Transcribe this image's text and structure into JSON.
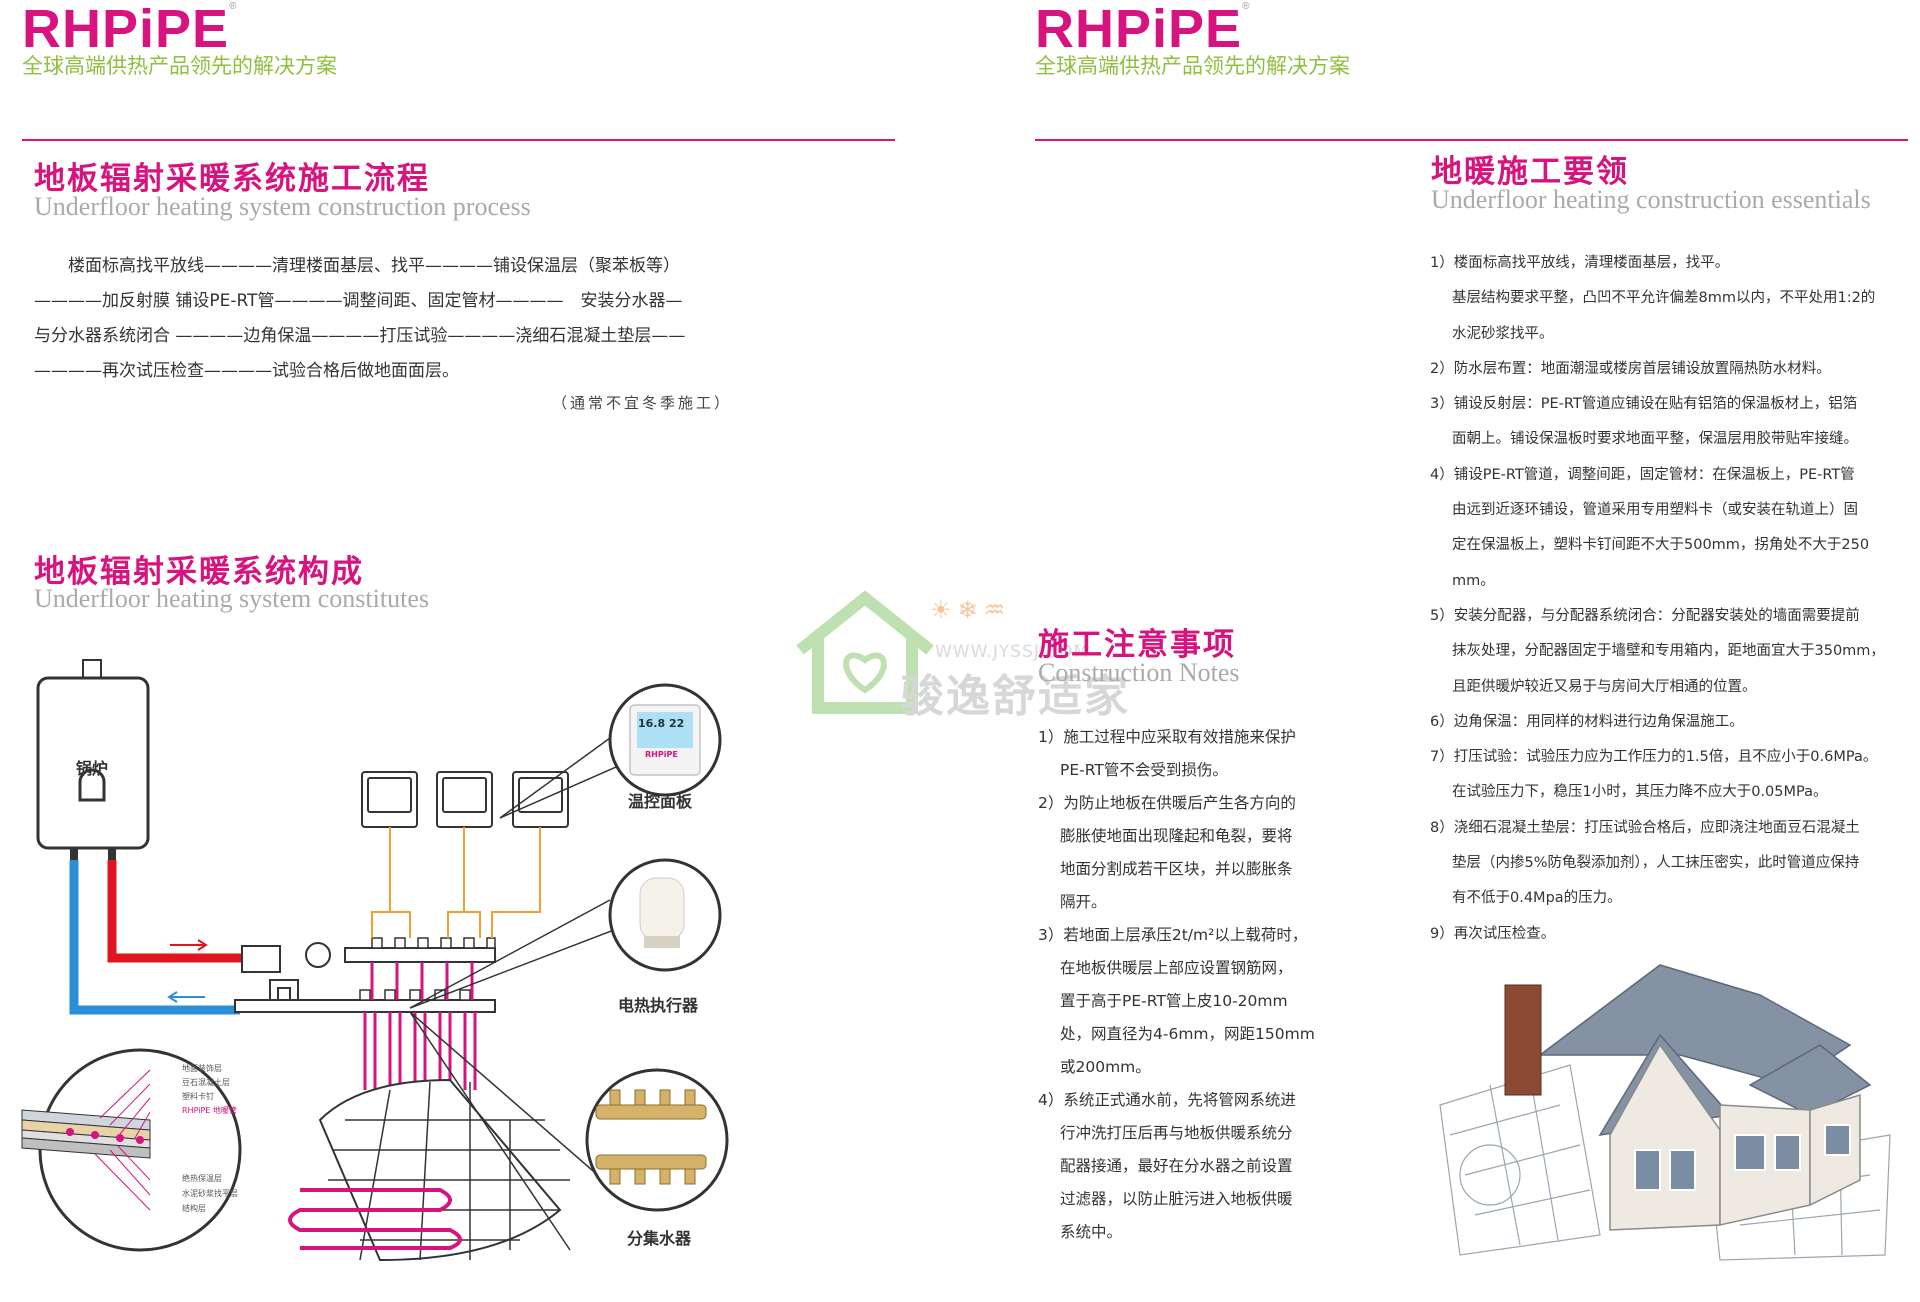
{
  "brand": {
    "logo": "RHPiPE",
    "reg": "®",
    "tagline": "全球高端供热产品领先的解决方案"
  },
  "left_page": {
    "process": {
      "title_cn": "地板辐射采暖系统施工流程",
      "title_en": "Underfloor heating system construction process",
      "lines": [
        "　　楼面标高找平放线————清理楼面基层、找平————铺设保温层（聚苯板等）",
        "————加反射膜 铺设PE-RT管————调整间距、固定管材————　安装分水器—",
        "与分水器系统闭合 ————边角保温————打压试验————浇细石混凝土垫层——",
        "————再次试压检查————试验合格后做地面面层。"
      ],
      "note": "（通常不宜冬季施工）"
    },
    "composition": {
      "title_cn": "地板辐射采暖系统构成",
      "title_en": "Underfloor heating system constitutes",
      "boiler_label": "锅炉",
      "thermostat_label": "温控面板",
      "thermostat_screen": "16.8 22",
      "thermostat_brand": "RHPiPE",
      "actuator_label": "电热执行器",
      "manifold_label": "分集水器",
      "layer_labels": [
        "地面装饰层",
        "豆石混凝土层",
        "塑料卡钉",
        "RHPiPE 地暖管",
        "绝热保温层",
        "水泥砂浆找平层",
        "结构层"
      ]
    }
  },
  "right_page": {
    "notes": {
      "title_cn": "施工注意事项",
      "title_en": "Construction Notes",
      "lines": [
        {
          "text": "1）施工过程中应采取有效措施来保护",
          "indent": false
        },
        {
          "text": "PE-RT管不会受到损伤。",
          "indent": true
        },
        {
          "text": "2）为防止地板在供暖后产生各方向的",
          "indent": false
        },
        {
          "text": "膨胀使地面出现隆起和龟裂，要将",
          "indent": true
        },
        {
          "text": "地面分割成若干区块，并以膨胀条",
          "indent": true
        },
        {
          "text": "隔开。",
          "indent": true
        },
        {
          "text": "3）若地面上层承压2t/m²以上载荷时，",
          "indent": false
        },
        {
          "text": "在地板供暖层上部应设置钢筋网，",
          "indent": true
        },
        {
          "text": "置于高于PE-RT管上皮10-20mm",
          "indent": true
        },
        {
          "text": "处，网直径为4-6mm，网距150mm",
          "indent": true
        },
        {
          "text": "或200mm。",
          "indent": true
        },
        {
          "text": "4）系统正式通水前，先将管网系统进",
          "indent": false
        },
        {
          "text": "行冲洗打压后再与地板供暖系统分",
          "indent": true
        },
        {
          "text": "配器接通，最好在分水器之前设置",
          "indent": true
        },
        {
          "text": "过滤器，以防止脏污进入地板供暖",
          "indent": true
        },
        {
          "text": "系统中。",
          "indent": true
        }
      ]
    },
    "essentials": {
      "title_cn": "地暖施工要领",
      "title_en": "Underfloor heating construction essentials",
      "lines": [
        {
          "text": "1）楼面标高找平放线，清理楼面基层，找平。",
          "indent": false
        },
        {
          "text": "基层结构要求平整，凸凹不平允许偏差8mm以内，不平处用1:2的",
          "indent": true
        },
        {
          "text": "水泥砂浆找平。",
          "indent": true
        },
        {
          "text": "2）防水层布置：地面潮湿或楼房首层铺设放置隔热防水材料。",
          "indent": false
        },
        {
          "text": "3）铺设反射层：PE-RT管道应铺设在贴有铝箔的保温板材上，铝箔",
          "indent": false
        },
        {
          "text": "面朝上。铺设保温板时要求地面平整，保温层用胶带贴牢接缝。",
          "indent": true
        },
        {
          "text": "4）铺设PE-RT管道，调整间距，固定管材：在保温板上，PE-RT管",
          "indent": false
        },
        {
          "text": "由远到近逐环铺设，管道采用专用塑料卡（或安装在轨道上）固",
          "indent": true
        },
        {
          "text": "定在保温板上，塑料卡钉间距不大于500mm，拐角处不大于250",
          "indent": true
        },
        {
          "text": "mm。",
          "indent": true
        },
        {
          "text": "5）安装分配器，与分配器系统闭合：分配器安装处的墙面需要提前",
          "indent": false
        },
        {
          "text": "抹灰处理，分配器固定于墙壁和专用箱内，距地面宜大于350mm，",
          "indent": true
        },
        {
          "text": "且距供暖炉较近又易于与房间大厅相通的位置。",
          "indent": true
        },
        {
          "text": "6）边角保温：用同样的材料进行边角保温施工。",
          "indent": false
        },
        {
          "text": "7）打压试验：试验压力应为工作压力的1.5倍，且不应小于0.6MPa。",
          "indent": false
        },
        {
          "text": "在试验压力下，稳压1小时，其压力降不应大于0.05MPa。",
          "indent": true
        },
        {
          "text": "8）浇细石混凝土垫层：打压试验合格后，应即浇注地面豆石混凝土",
          "indent": false
        },
        {
          "text": "垫层（内掺5%防龟裂添加剂），人工抹压密实，此时管道应保持",
          "indent": true
        },
        {
          "text": "有不低于0.4Mpa的压力。",
          "indent": true
        },
        {
          "text": "9）再次试压检查。",
          "indent": false
        }
      ]
    }
  },
  "watermark": {
    "url": "WWW.JYSSJ.COM",
    "name": "骏逸舒适家"
  },
  "colors": {
    "brand": "#d6137f",
    "tagline": "#8fbf3f",
    "hot_pipe": "#e0151f",
    "cold_pipe": "#2a8fd8",
    "signal": "#f0a030"
  }
}
